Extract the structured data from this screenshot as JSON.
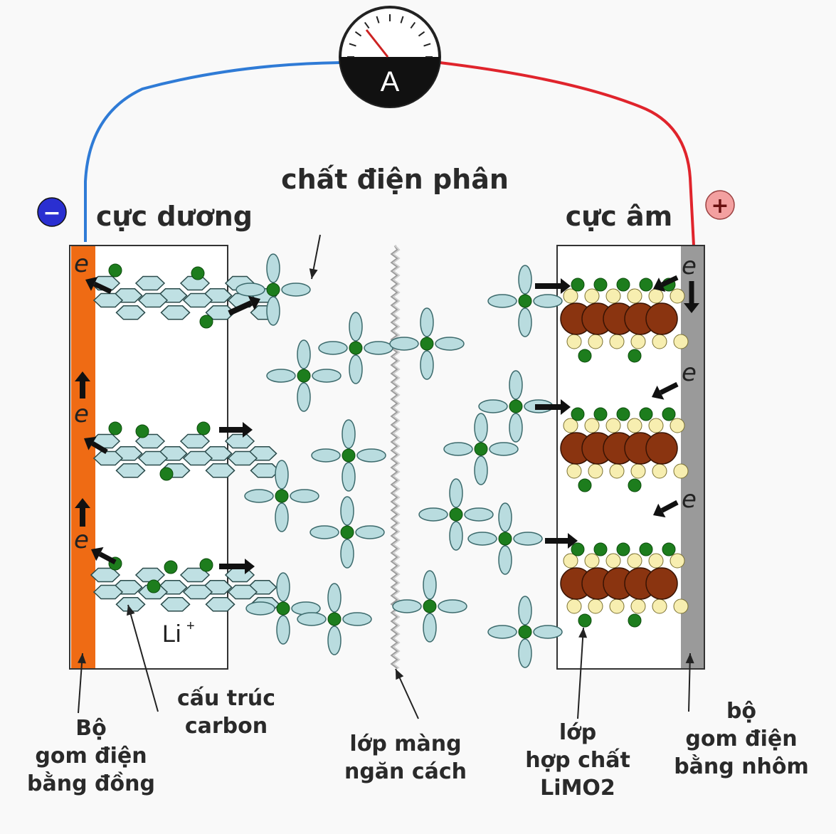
{
  "ammeter": {
    "letter": "A"
  },
  "terminals": {
    "negative": "−",
    "positive": "+"
  },
  "labels": {
    "electrolyte": "chất điện phân",
    "left_electrode": "cực dương",
    "right_electrode": "cực âm",
    "electron": "e",
    "lithium_ion": "Li",
    "lithium_charge": "+",
    "copper_collector": [
      "Bộ",
      "gom điện",
      "bằng đồng"
    ],
    "carbon_structure": [
      "cấu trúc",
      "carbon"
    ],
    "separator": [
      "lớp màng",
      "ngăn cách"
    ],
    "limo2_layer": [
      "lớp",
      "hợp chất",
      "LiMO2"
    ],
    "aluminum_collector": [
      "bộ",
      "gom điện",
      "bằng nhôm"
    ]
  },
  "colors": {
    "negative_wire": "#2f7bd6",
    "positive_wire": "#e0242c",
    "copper_collector": "#ef6b14",
    "aluminum_collector": "#9a9a9a",
    "lithium": "#1d7d1d",
    "solvent": "#b9dcdf",
    "metal_oxide": "#8a3410",
    "oxygen": "#f7eeb0",
    "negative_terminal": "#2a2fd1",
    "positive_terminal": "#f3a0a0"
  }
}
